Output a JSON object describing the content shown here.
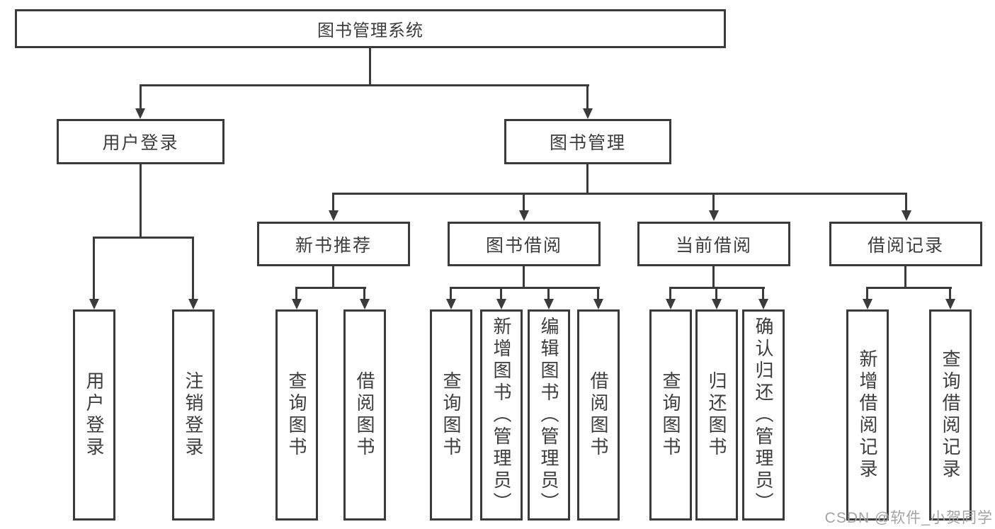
{
  "root": {
    "label": "图书管理系统"
  },
  "level2": [
    {
      "label": "用户登录"
    },
    {
      "label": "图书管理"
    }
  ],
  "level3": [
    {
      "label": "新书推荐"
    },
    {
      "label": "图书借阅"
    },
    {
      "label": "当前借阅"
    },
    {
      "label": "借阅记录"
    }
  ],
  "leaves": {
    "user_login": [
      {
        "label": "用户登录"
      },
      {
        "label": "注销登录"
      }
    ],
    "new_books": [
      {
        "label": "查询图书"
      },
      {
        "label": "借阅图书"
      }
    ],
    "book_borrowing": [
      {
        "label": "查询图书"
      },
      {
        "label": "新增图书（管理员）"
      },
      {
        "label": "编辑图书（管理员）"
      },
      {
        "label": "借阅图书"
      }
    ],
    "current_borrowing": [
      {
        "label": "查询图书"
      },
      {
        "label": "归还图书"
      },
      {
        "label": "确认归还（管理员）"
      }
    ],
    "borrowing_records": [
      {
        "label": "新增借阅记录"
      },
      {
        "label": "查询借阅记录"
      }
    ]
  },
  "watermark": {
    "text": "CSDN @软件_小贺同学"
  },
  "colors": {
    "line": "#3b3b3b",
    "text": "#3d3d3d",
    "watermark": "#a3a3a3",
    "background": "#ffffff"
  }
}
